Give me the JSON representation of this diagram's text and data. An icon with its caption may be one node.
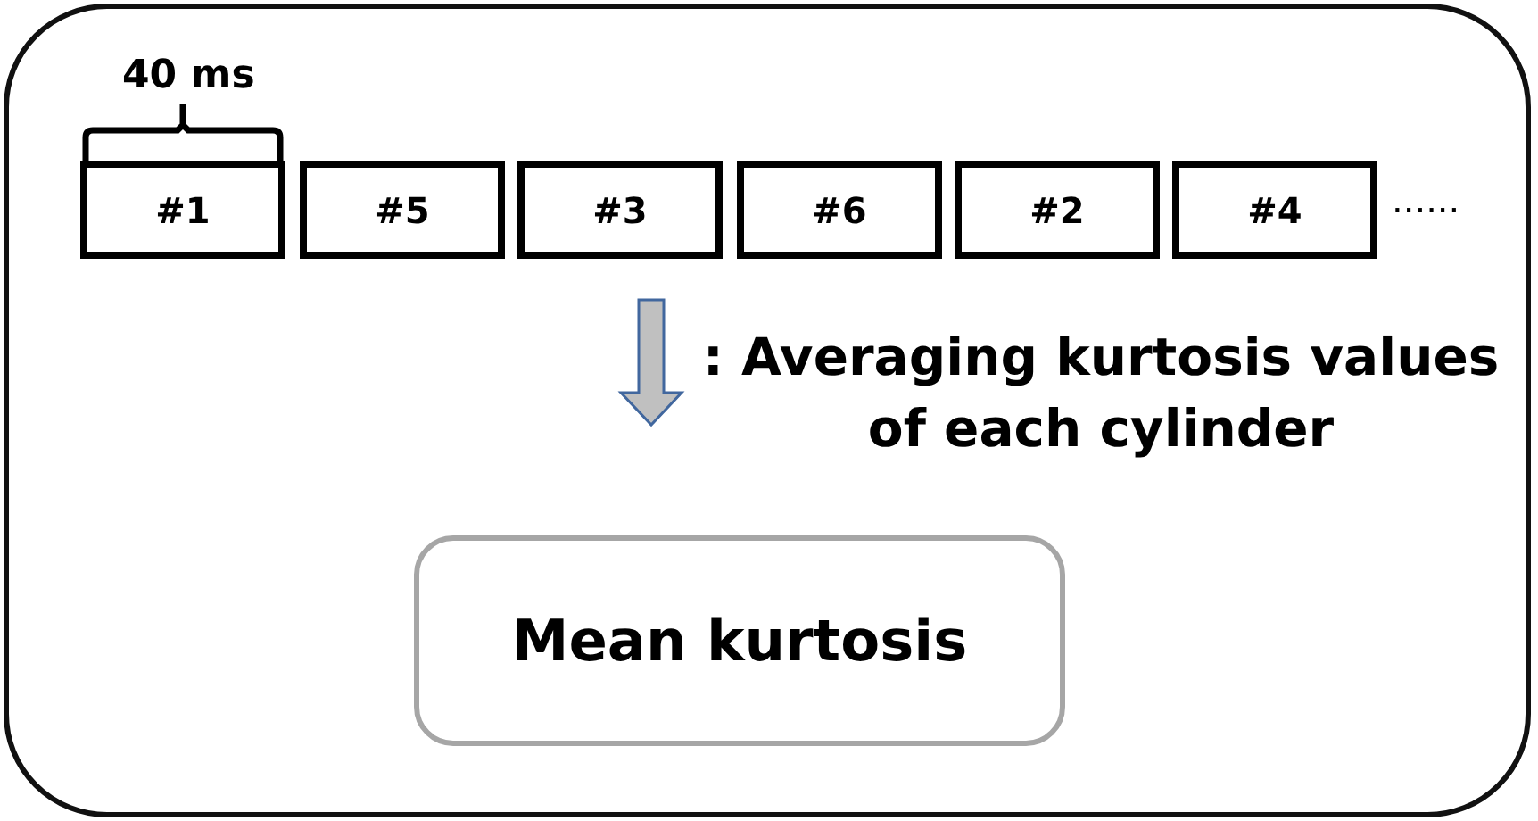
{
  "diagram": {
    "nodes": [
      {
        "text": [],
        "shape": "box"
      },
      {
        "text": [
          "#1"
        ],
        "in": 0,
        "beside": [
          "40 ms"
        ]
      },
      {
        "text": [
          "#5"
        ],
        "in": 0
      },
      {
        "text": [
          "#3"
        ],
        "in": 0
      },
      {
        "text": [
          "#6"
        ],
        "in": 0
      },
      {
        "text": [
          "#2"
        ],
        "in": 0
      },
      {
        "text": [
          "#4"
        ],
        "in": 0
      },
      {
        "text": [
          "Mean kurtosis"
        ],
        "in": 0
      }
    ],
    "edges": [],
    "labels": [
      "......"
    ],
    "legend": [
      {
        "text": ": Averaging kurtosis values of each cylinder"
      }
    ]
  }
}
